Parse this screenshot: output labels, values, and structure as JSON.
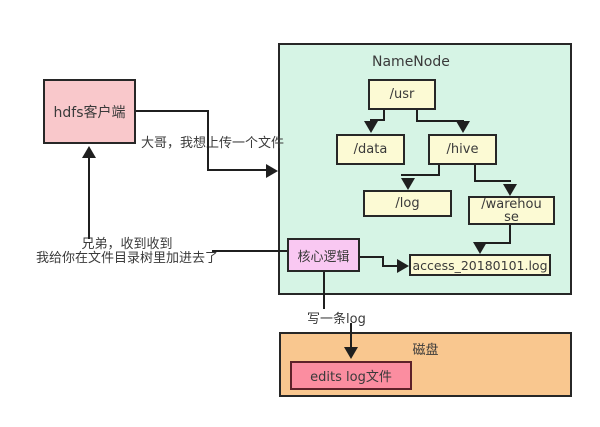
{
  "client": {
    "label": "hdfs客户端"
  },
  "namenode": {
    "title": "NameNode",
    "core_logic": "核心逻辑",
    "tree_nodes": [
      {
        "id": "usr",
        "label": "/usr"
      },
      {
        "id": "data",
        "label": "/data"
      },
      {
        "id": "hive",
        "label": "/hive"
      },
      {
        "id": "log",
        "label": "/log"
      },
      {
        "id": "warehouse",
        "label": "/warehouse"
      },
      {
        "id": "file",
        "label": "access_20180101.log"
      }
    ],
    "tree_edges": [
      "usr->data",
      "usr->hive",
      "hive->log",
      "hive->warehouse",
      "warehouse->file",
      "core_logic->file"
    ]
  },
  "disk": {
    "title": "磁盘",
    "edits_file": "edits log文件"
  },
  "annotations": {
    "upload_request": "大哥，我想上传一个文件",
    "reply_line1": "兄弟，收到收到",
    "reply_line2": "我给你在文件目录树里加进去了",
    "write_log": "写一条log"
  },
  "colors": {
    "client_bg": "#f9c8cb",
    "namenode_bg": "#d6f4e5",
    "node_bg": "#fcfad4",
    "core_logic_bg": "#f9c8f2",
    "disk_bg": "#f9c78f",
    "edits_bg": "#fb8da0",
    "edits_border": "#5e2129",
    "line": "#1f1f1f"
  }
}
